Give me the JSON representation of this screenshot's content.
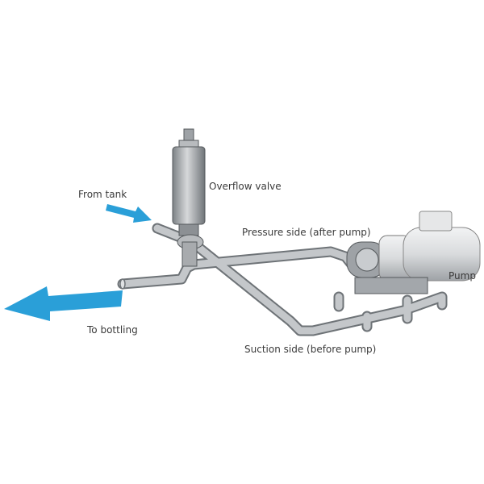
{
  "labels": {
    "from_tank": "From tank",
    "overflow_valve": "Overflow valve",
    "pressure_side": "Pressure side (after pump)",
    "pump": "Pump",
    "to_bottling": "To bottling",
    "suction_side": "Suction side (before pump)"
  },
  "colors": {
    "arrow": "#2a9fd8",
    "pipe": "#a9adb1",
    "pipe_dark": "#6e7377",
    "text": "#3a3a3a"
  }
}
